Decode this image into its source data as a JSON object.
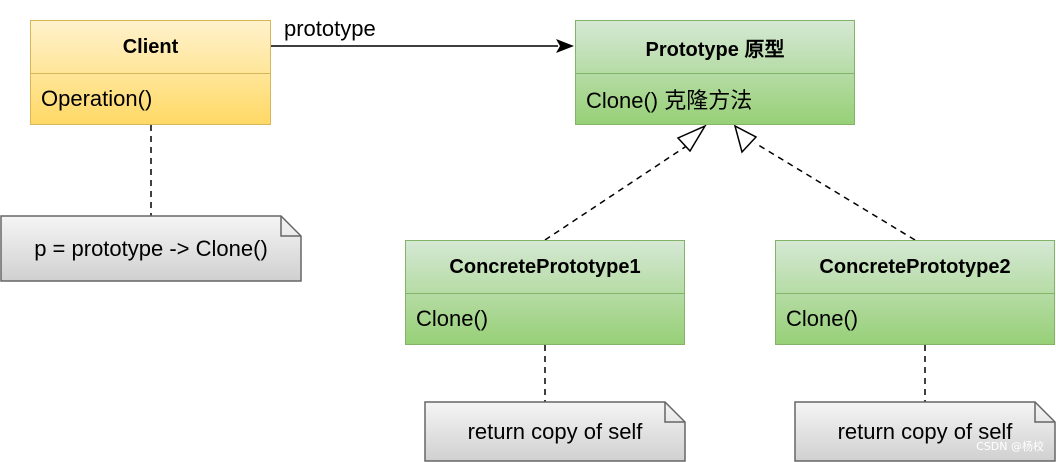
{
  "client": {
    "name": "Client",
    "method": "Operation()"
  },
  "prototype": {
    "name": "Prototype  原型",
    "method": "Clone() 克隆方法"
  },
  "concrete1": {
    "name": "ConcretePrototype1",
    "method": "Clone()"
  },
  "concrete2": {
    "name": "ConcretePrototype2",
    "method": "Clone()"
  },
  "association_label": "prototype",
  "notes": {
    "client_note": "p = prototype -> Clone()",
    "concrete1_note": "return copy of self",
    "concrete2_note": "return copy of self"
  },
  "watermark": "CSDN @杨校",
  "colors": {
    "client_fill": "#ffd966",
    "client_border": "#d6b656",
    "class_fill": "#97d077",
    "class_border": "#82b366",
    "note_fill": "#e6e6e6",
    "note_border": "#666666"
  }
}
